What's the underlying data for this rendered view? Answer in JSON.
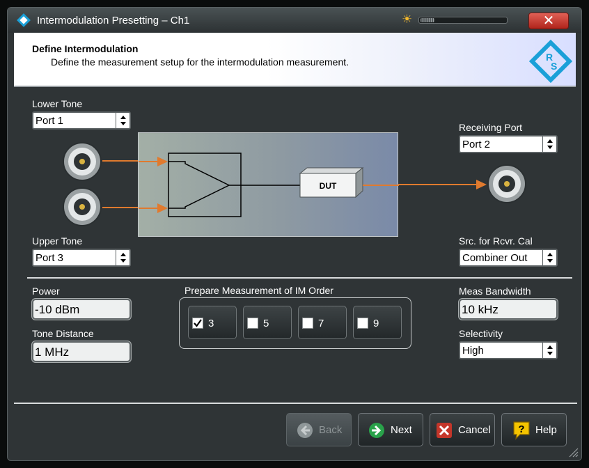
{
  "window": {
    "title": "Intermodulation Presetting – Ch1",
    "header_title": "Define Intermodulation",
    "header_subtitle": "Define the measurement setup for the intermodulation measurement.",
    "logo_text": "R&S",
    "close_label": "✕"
  },
  "lower_tone": {
    "label": "Lower Tone",
    "value": "Port 1"
  },
  "upper_tone": {
    "label": "Upper Tone",
    "value": "Port 3"
  },
  "receiving_port": {
    "label": "Receiving Port",
    "value": "Port 2"
  },
  "src_rcvr_cal": {
    "label": "Src. for Rcvr. Cal",
    "value": "Combiner Out"
  },
  "diagram": {
    "dut_label": "DUT"
  },
  "power": {
    "label": "Power",
    "value": "-10 dBm"
  },
  "tone_distance": {
    "label": "Tone Distance",
    "value": "1 MHz"
  },
  "im_order": {
    "title": "Prepare Measurement of IM Order",
    "options": [
      {
        "label": "3",
        "checked": true
      },
      {
        "label": "5",
        "checked": false
      },
      {
        "label": "7",
        "checked": false
      },
      {
        "label": "9",
        "checked": false
      }
    ]
  },
  "meas_bandwidth": {
    "label": "Meas Bandwidth",
    "value": "10 kHz"
  },
  "selectivity": {
    "label": "Selectivity",
    "value": "High"
  },
  "buttons": {
    "back": "Back",
    "next": "Next",
    "cancel": "Cancel",
    "help": "Help"
  },
  "colors": {
    "accent_orange": "#e07a2e",
    "close_red": "#c4362a",
    "logo_blue": "#1aa0d8"
  }
}
